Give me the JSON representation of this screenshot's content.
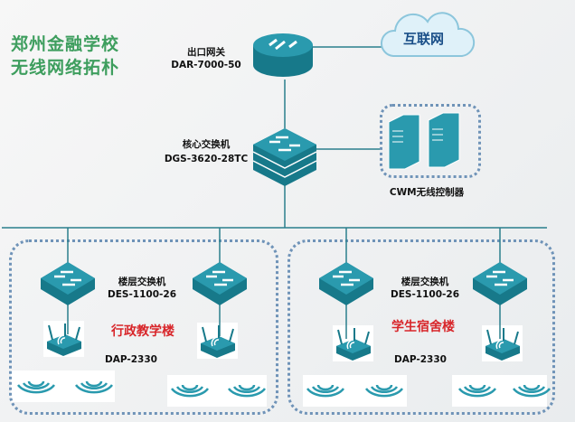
{
  "title": {
    "line1": "郑州金融学校",
    "line2": "无线网络拓朴"
  },
  "internet": {
    "label": "互联网"
  },
  "gateway": {
    "name": "出口网关",
    "model": "DAR-7000-50"
  },
  "core": {
    "name": "核心交换机",
    "model": "DGS-3620-28TC"
  },
  "controller": {
    "label": "CWM无线控制器"
  },
  "buildings": [
    {
      "name": "行政教学楼",
      "switch_name": "楼层交换机",
      "switch_model": "DES-1100-26",
      "ap_model": "DAP-2330"
    },
    {
      "name": "学生宿舍楼",
      "switch_name": "楼层交换机",
      "switch_model": "DES-1100-26",
      "ap_model": "DAP-2330"
    }
  ],
  "colors": {
    "device": "#1d8a9c",
    "title": "#3e9e5e",
    "building": "#d8262a"
  }
}
